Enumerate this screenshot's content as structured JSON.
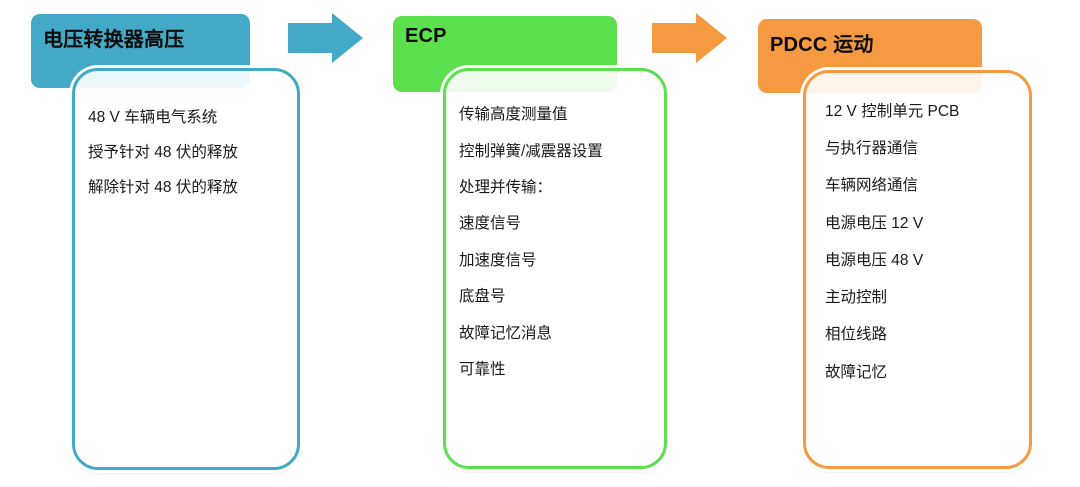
{
  "diagram": {
    "stages": [
      {
        "header": "电压转换器高压",
        "color": "#44a9c6",
        "items": [
          "48 V 车辆电气系统",
          "授予针对 48 伏的释放",
          "解除针对 48 伏的释放"
        ]
      },
      {
        "header": "ECP",
        "color": "#5ce04e",
        "items": [
          "传输高度测量值",
          "控制弹簧/减震器设置",
          "处理并传输：",
          "速度信号",
          "加速度信号",
          "底盘号",
          "故障记忆消息",
          "可靠性"
        ]
      },
      {
        "header": "PDCC 运动",
        "color": "#f59a40",
        "items": [
          "12 V 控制单元 PCB",
          "与执行器通信",
          "车辆网络通信",
          "电源电压 12 V",
          "电源电压 48 V",
          "主动控制",
          "相位线路",
          "故障记忆"
        ]
      }
    ],
    "arrows": [
      {
        "color": "#44a9c6"
      },
      {
        "color": "#f59a40"
      }
    ]
  }
}
